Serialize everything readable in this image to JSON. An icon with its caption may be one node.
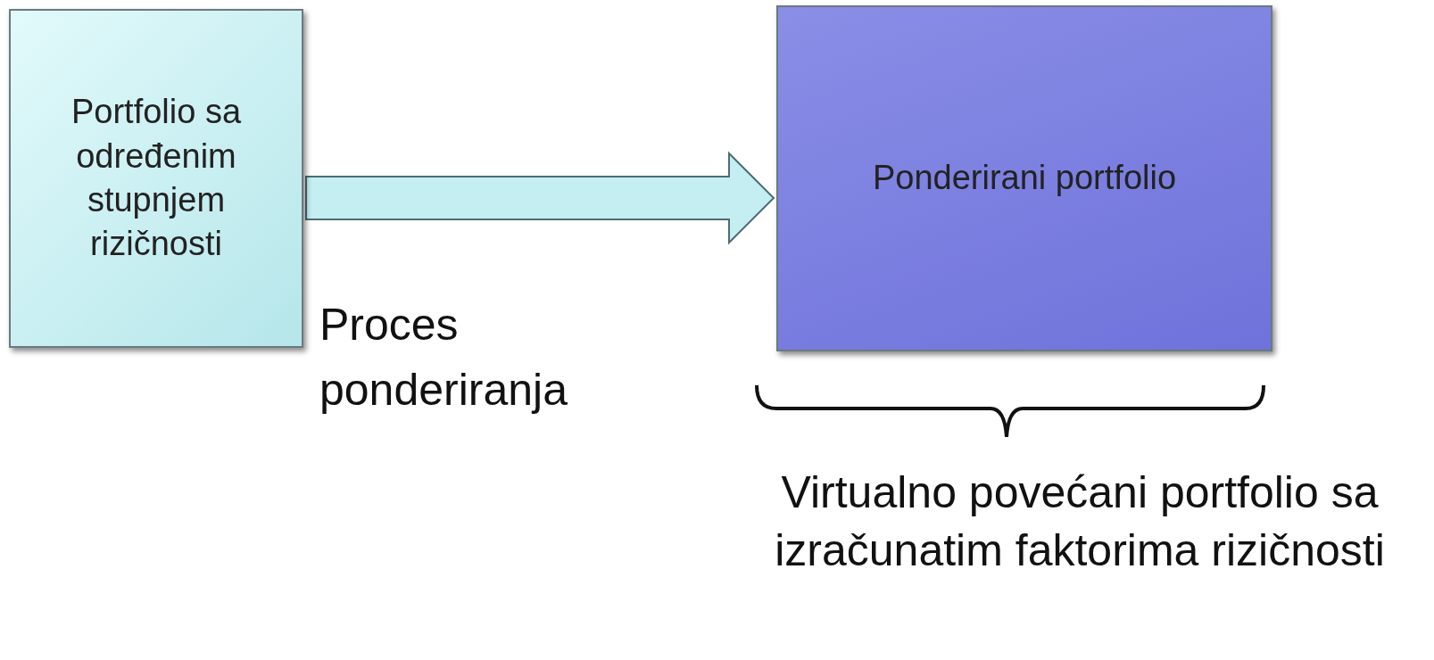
{
  "diagram": {
    "nodes": [
      {
        "text": [
          "Portfolio sa određenim stupnjem rizičnosti"
        ]
      },
      {
        "text": [
          "Ponderirani portfolio"
        ]
      }
    ],
    "edges": [
      {
        "from": 0,
        "to": 1,
        "arrow": "to",
        "label": "Proces ponderiranja"
      }
    ],
    "labels": [
      "Virtualno povećani portfolio sa izračunatim faktorima rizičnosti"
    ]
  }
}
